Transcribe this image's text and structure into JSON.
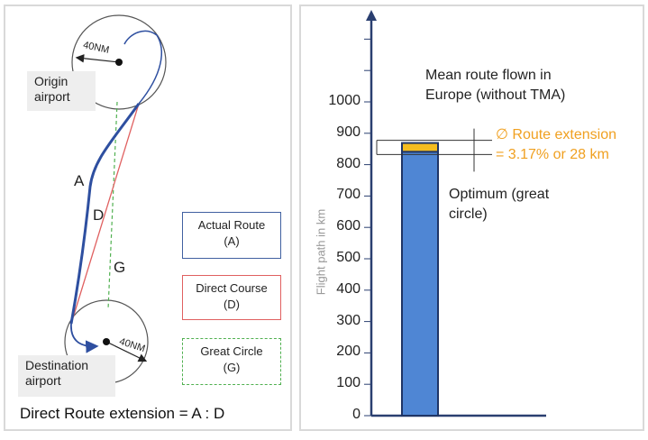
{
  "left": {
    "origin_label": [
      "Origin",
      "airport"
    ],
    "destination_label": [
      "Destination",
      "airport"
    ],
    "origin_radius": "40NM",
    "destination_radius": "40NM",
    "letter_a": "A",
    "letter_d": "D",
    "letter_g": "G",
    "legend": [
      {
        "line1": "Actual Route",
        "line2": "(A)",
        "color": "#4060a0",
        "style": "solid"
      },
      {
        "line1": "Direct Course",
        "line2": "(D)",
        "color": "#e06060",
        "style": "solid"
      },
      {
        "line1": "Great  Circle",
        "line2": "(G)",
        "color": "#50b050",
        "style": "dashed"
      }
    ],
    "footer": "Direct Route extension = A : D"
  },
  "chart_data": {
    "type": "bar",
    "categories": [
      ""
    ],
    "series": [
      {
        "values": [
          841
        ]
      },
      {
        "values": [
          28
        ]
      }
    ],
    "ylabel": "Flight path in km",
    "ylim": [
      0,
      1000
    ],
    "yticks": [
      "0",
      "100",
      "200",
      "300",
      "400",
      "500",
      "600",
      "700",
      "800",
      "900",
      "1000"
    ],
    "annotation_top": [
      "Mean route  flown in",
      "Europe (without TMA)"
    ],
    "annotation_extension": [
      "∅ Route extension",
      "= 3.17% or 28 km"
    ],
    "annotation_bottom": [
      "Optimum (great",
      "circle)"
    ],
    "colors": {
      "base": "#4f86d4",
      "extension": "#f5bd1f"
    }
  }
}
